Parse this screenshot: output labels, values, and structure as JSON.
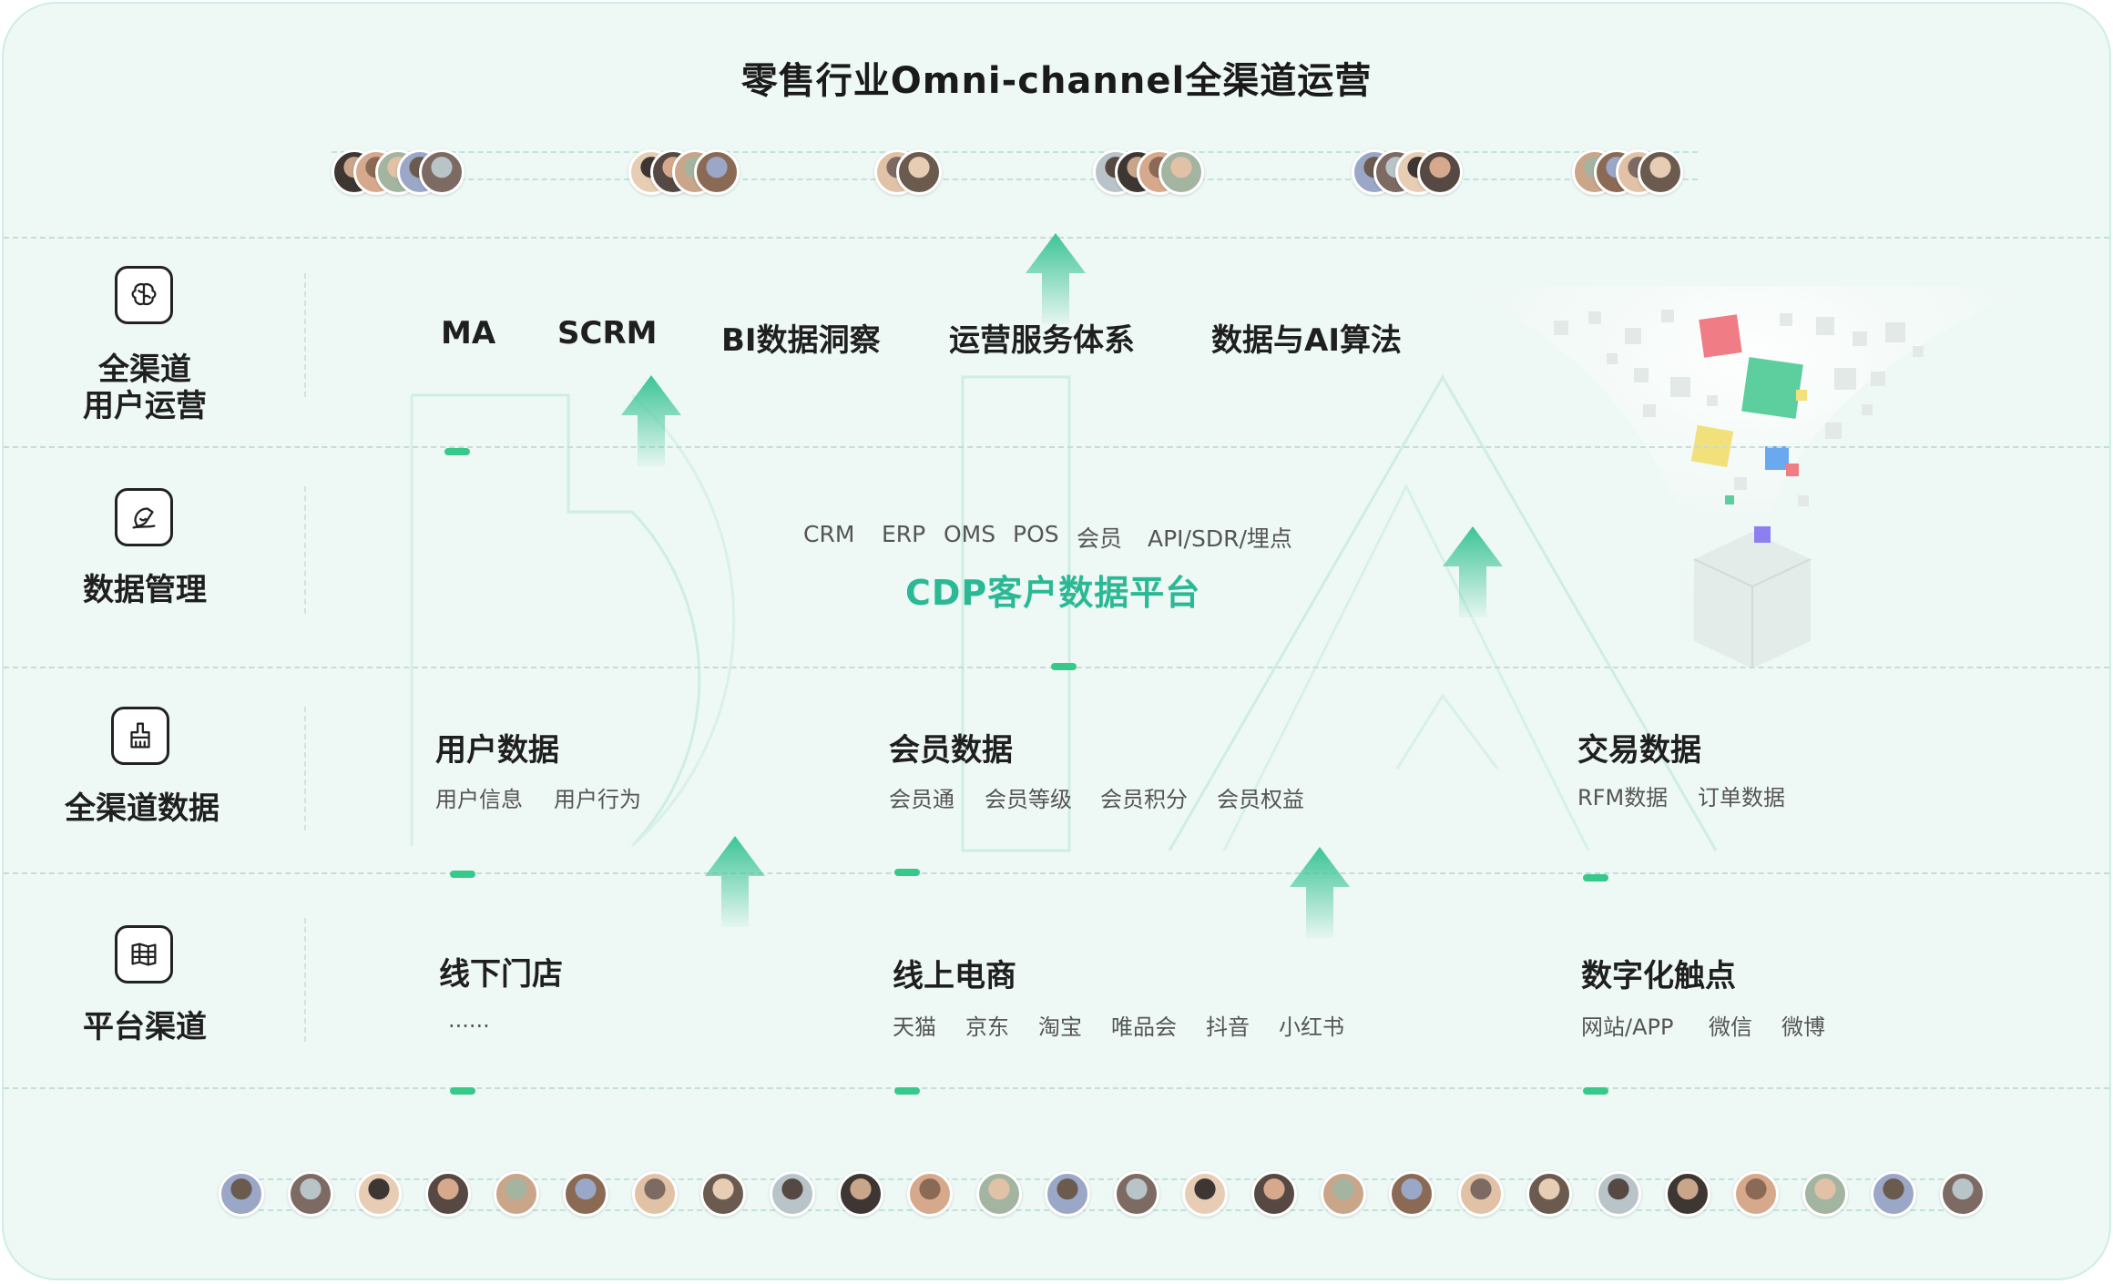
{
  "title": "零售行业Omni-channel全渠道运营",
  "rows": [
    {
      "label": "全渠道\n用户运营",
      "icon": "brain-icon"
    },
    {
      "label": "数据管理",
      "icon": "pen-icon"
    },
    {
      "label": "全渠道数据",
      "icon": "brush-icon"
    },
    {
      "label": "平台渠道",
      "icon": "map-icon"
    }
  ],
  "operations": [
    "MA",
    "SCRM",
    "BI数据洞察",
    "运营服务体系",
    "数据与AI算法"
  ],
  "data_sources": [
    "CRM",
    "ERP",
    "OMS",
    "POS",
    "会员",
    "API/SDR/埋点"
  ],
  "cdp_title": "CDP客户数据平台",
  "data_groups": [
    {
      "title": "用户数据",
      "items": [
        "用户信息",
        "用户行为"
      ]
    },
    {
      "title": "会员数据",
      "items": [
        "会员通",
        "会员等级",
        "会员积分",
        "会员权益"
      ]
    },
    {
      "title": "交易数据",
      "items": [
        "RFM数据",
        "订单数据"
      ]
    }
  ],
  "channels": [
    {
      "title": "线下门店",
      "items": [
        "......"
      ]
    },
    {
      "title": "线上电商",
      "items": [
        "天猫",
        "京东",
        "淘宝",
        "唯品会",
        "抖音",
        "小红书"
      ]
    },
    {
      "title": "数字化触点",
      "items": [
        "网站/APP",
        "微信",
        "微博"
      ]
    }
  ],
  "colors": {
    "background": "#eef8f5",
    "accent_green": "#2bb894",
    "marker_green": "#37c98a"
  }
}
